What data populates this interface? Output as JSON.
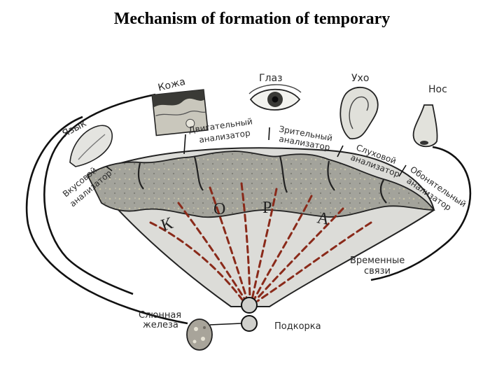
{
  "title": "Mechanism of formation of temporary",
  "organs": {
    "skin": "Кожа",
    "eye": "Глаз",
    "ear": "Ухо",
    "nose": "Нос",
    "tongue": "Язык"
  },
  "analyzers": {
    "motor": [
      "Двигательный",
      "анализатор"
    ],
    "visual": [
      "Зрительный",
      "анализатор"
    ],
    "auditory": [
      "Слуховой",
      "анализатор"
    ],
    "olfactory": [
      "Обонятельный",
      "анализатор"
    ],
    "taste": [
      "Вкусовой",
      "анализатор"
    ]
  },
  "cortex_letters": [
    "К",
    "О",
    "Р",
    "А"
  ],
  "temporary_links": [
    "Временные",
    "связи"
  ],
  "salivary_gland": [
    "Слюнная",
    "железа"
  ],
  "subcortex": "Подкорка",
  "colors": {
    "cortex_gray": "#9a9a92",
    "white_matter": "#d9d9d6",
    "link_dashes": "#8a2a1a",
    "outline": "#1a1a1a"
  }
}
